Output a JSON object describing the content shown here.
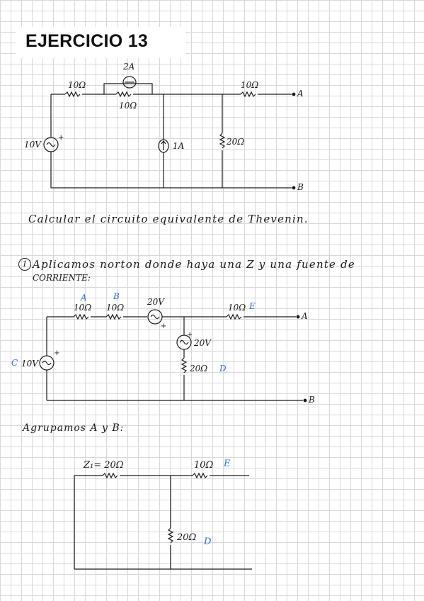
{
  "title": "EJERCICIO 13",
  "circuit1": {
    "r_left_top": "10Ω",
    "current_top": "2A",
    "r_parallel": "10Ω",
    "r_right_top": "10Ω",
    "voltage_source": "10V",
    "current_source": "1A",
    "r_middle": "20Ω",
    "terminal_a": "A",
    "terminal_b": "B"
  },
  "statement": "Calcular el circuito equivalente de Thevenin.",
  "step1": {
    "number": "1",
    "line1": "Aplicamos norton donde haya una Z y una fuente de",
    "line2": "CORRIENTE:"
  },
  "circuit2": {
    "tag_a": "A",
    "tag_b": "B",
    "r_a": "10Ω",
    "r_b": "10Ω",
    "source_top": "20V",
    "source_mid": "20V",
    "r_e": "10Ω",
    "tag_e": "E",
    "r_d": "20Ω",
    "tag_d": "D",
    "tag_c": "C",
    "voltage_source": "10V",
    "terminal_a": "A",
    "terminal_b": "B"
  },
  "group_text": "Agrupamos A y B:",
  "circuit3": {
    "z1_label": "Z₁= 20Ω",
    "r_e": "10Ω",
    "tag_e": "E",
    "r_d": "20Ω",
    "tag_d": "D"
  }
}
